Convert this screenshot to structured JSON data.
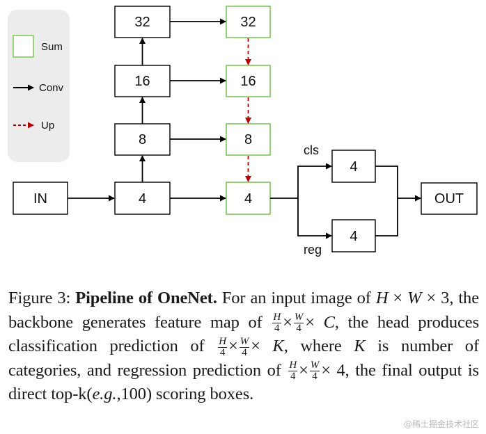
{
  "legend": {
    "sum_label": "Sum",
    "conv_label": "Conv",
    "up_label": "Up"
  },
  "nodes": {
    "input": "IN",
    "backbone": [
      "4",
      "8",
      "16",
      "32"
    ],
    "fpn": [
      "4",
      "8",
      "16",
      "32"
    ],
    "head_cls": "4",
    "head_reg": "4",
    "output": "OUT"
  },
  "branch_labels": {
    "cls": "cls",
    "reg": "reg"
  },
  "caption": {
    "figure_label": "Figure 3:",
    "title": "Pipeline of OneNet.",
    "part1": "For an input image of",
    "part2": "the backbone generates feature map of",
    "part3": "the head produces classification prediction of",
    "part4": "where",
    "part5": "is number of categories, and regression prediction of",
    "part6": "the final output is direct top-k(",
    "part7": ",100) scoring boxes."
  },
  "watermark": "@稀土掘金技术社区",
  "colors": {
    "legend_bg": "#ececec",
    "box_black": "#000000",
    "box_green": "#6abf3a",
    "conv_arrow": "#000000",
    "up_arrow": "#c00000"
  }
}
